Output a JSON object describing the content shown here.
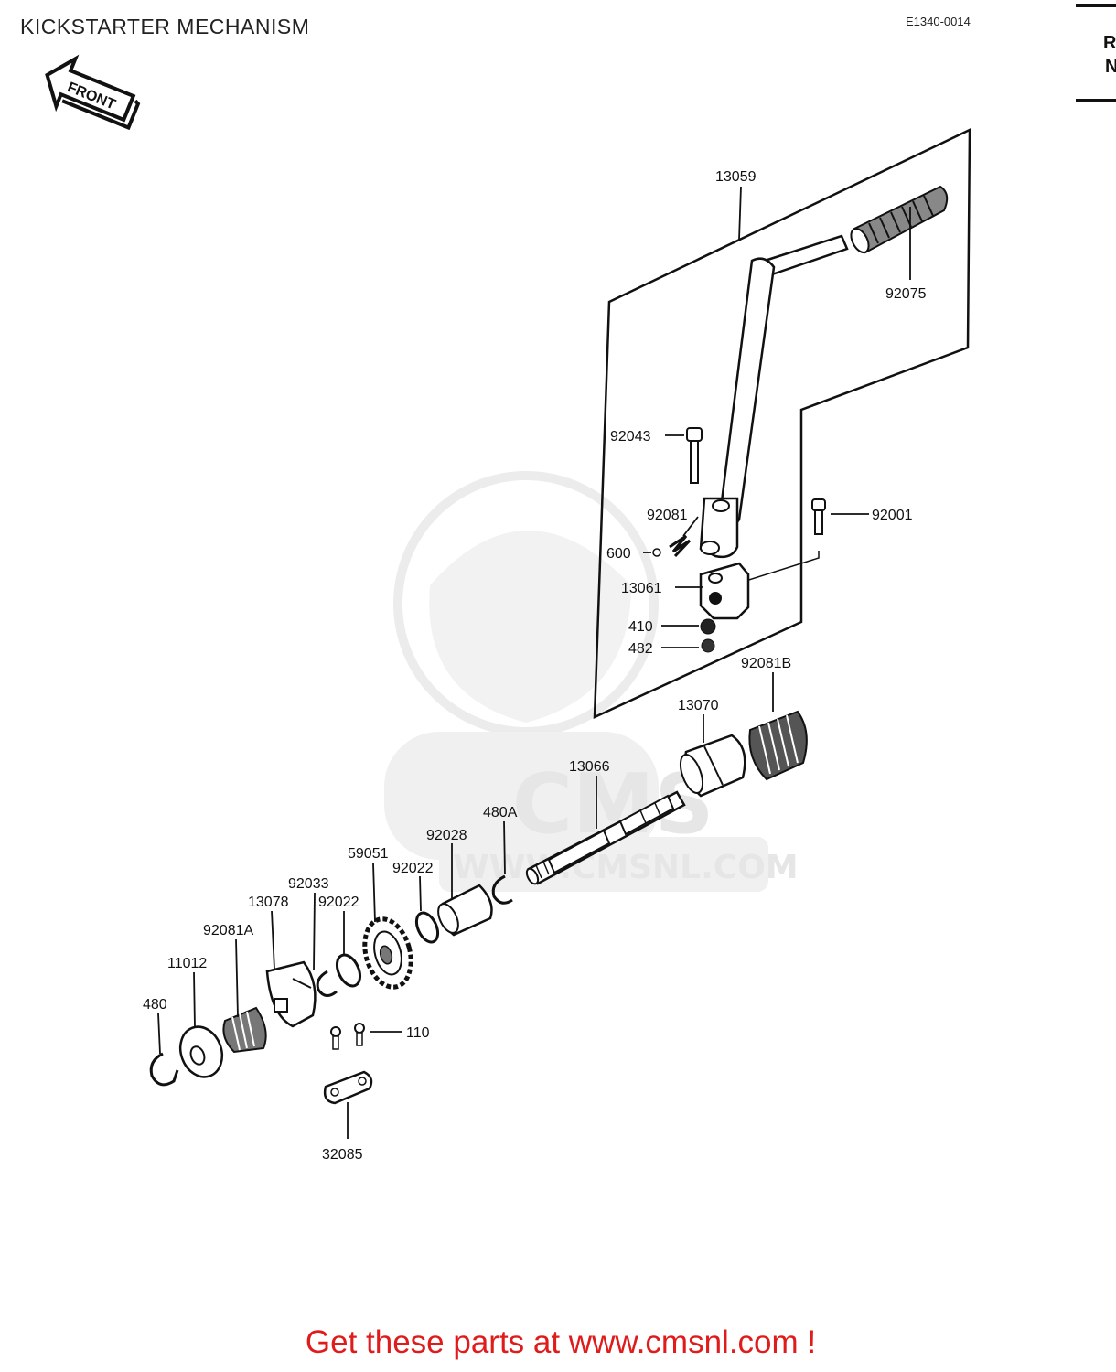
{
  "header": {
    "title": "KICKSTARTER MECHANISM",
    "diagram_code": "E1340-0014",
    "front_label": "FRONT"
  },
  "right_panel": {
    "letter_top": "R",
    "letter_bottom": "N"
  },
  "watermark": {
    "brand": "CMS",
    "url": "WWW.CMSNL.COM"
  },
  "parts": {
    "p13059": "13059",
    "p92075": "92075",
    "p92043": "92043",
    "p92081": "92081",
    "p92001": "92001",
    "p600": "600",
    "p13061": "13061",
    "p410": "410",
    "p482": "482",
    "p92081B": "92081B",
    "p13070": "13070",
    "p13066": "13066",
    "p480A": "480A",
    "p92028": "92028",
    "p59051": "59051",
    "p92022a": "92022",
    "p92033": "92033",
    "p92022b": "92022",
    "p13078": "13078",
    "p92081A": "92081A",
    "p11012": "11012",
    "p480": "480",
    "p110": "110",
    "p32085": "32085"
  },
  "footer": {
    "cta": "Get these parts at www.cmsnl.com !"
  }
}
